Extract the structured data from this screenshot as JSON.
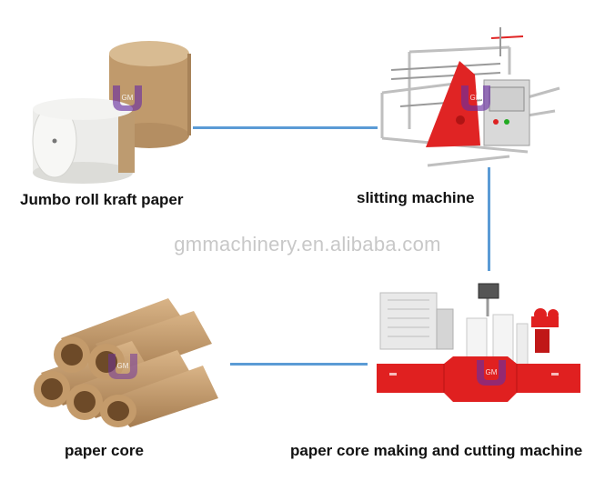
{
  "nodes": {
    "jumbo_roll": {
      "label": "Jumbo roll kraft paper"
    },
    "slitting": {
      "label": "slitting machine"
    },
    "paper_core": {
      "label": "paper core"
    },
    "core_making": {
      "label": "paper core making and cutting machine"
    }
  },
  "watermark": "gmmachinery.en.alibaba.com",
  "logo_text": "GM",
  "colors": {
    "connector": "#5b9bd5",
    "machine_red": "#e02020",
    "kraft": "#c8a27a",
    "logo": "#6a2fa0"
  },
  "icons": [
    "kraft-paper-roll-icon",
    "slitting-machine-icon",
    "paper-tube-icon",
    "core-making-machine-icon"
  ]
}
